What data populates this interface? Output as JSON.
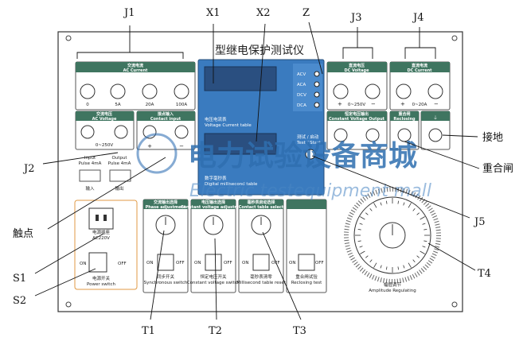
{
  "title": "型继电保护测试仪",
  "callouts": {
    "J1": "J1",
    "X1": "X1",
    "X2": "X2",
    "Z": "Z",
    "J3": "J3",
    "J4": "J4",
    "J2": "J2",
    "touch": "触点",
    "S1": "S1",
    "S2": "S2",
    "T1": "T1",
    "T2": "T2",
    "T3": "T3",
    "T4": "T4",
    "J5": "J5",
    "ground": "接地",
    "reclose": "重合闸"
  },
  "ac_current": {
    "cn": "交流电流",
    "en": "AC Current",
    "labels": [
      "0",
      "5A",
      "20A",
      "100A"
    ]
  },
  "ac_voltage": {
    "cn": "交流电压",
    "en": "AC Voltage",
    "range": "0~250V"
  },
  "contact_input": {
    "cn": "接点输入",
    "en": "Contact input",
    "plus": "+",
    "minus": "−"
  },
  "pulse": {
    "in": "Input",
    "in_sub": "Pulse 4mA",
    "out": "Output",
    "out_sub": "Pulse 4mA",
    "in_cn": "输入",
    "out_cn": "输出"
  },
  "display": {
    "cn": "电压电流表",
    "en": "Voltage Current table",
    "modes": [
      "ACV",
      "ACA",
      "DCV",
      "DCA"
    ]
  },
  "ms_table": {
    "cn": "数字毫秒表",
    "en": "Digital millisecond table",
    "mode_cn": "测试 / 启动",
    "mode_en": "Test / Start"
  },
  "dc_voltage": {
    "cn": "直流电压",
    "en": "DC Voltage",
    "range": "0~250V",
    "plus": "+",
    "minus": "−"
  },
  "dc_current": {
    "cn": "直流电流",
    "en": "DC Current",
    "range": "0~20A",
    "plus": "+",
    "minus": "−"
  },
  "cv_output": {
    "cn": "恒定电压输出",
    "en": "Constant Voltage Output"
  },
  "reclosing": {
    "cn": "重合闸",
    "en": "Reclosing"
  },
  "ground_symbol": "⏚",
  "knobs": [
    {
      "cn": "交流输出选择",
      "en": "Phase adjustment",
      "sw": "同步开关",
      "sw_en": "Synchronous switch"
    },
    {
      "cn": "电压输出选择",
      "en": "Constant voltage adjustment",
      "sw": "恒定电压开关",
      "sw_en": "Constant voltage switch"
    },
    {
      "cn": "毫秒表启动选择",
      "en": "Contact table select",
      "sw": "毫秒表清零",
      "sw_en": "Millisecond table reset"
    },
    {
      "cn": "",
      "en": "",
      "sw": "重合闸试验",
      "sw_en": "Reclosing test"
    }
  ],
  "power": {
    "cn": "电源插座",
    "en": "AC220V",
    "sw_cn": "电源开关",
    "sw_en": "Power switch",
    "on": "ON",
    "off": "OFF"
  },
  "amplitude": {
    "cn": "幅值调节",
    "en": "Amplitude Regulating"
  },
  "watermark": {
    "cn": "电力试验设备商城",
    "en": "Electric testequipment mall"
  }
}
